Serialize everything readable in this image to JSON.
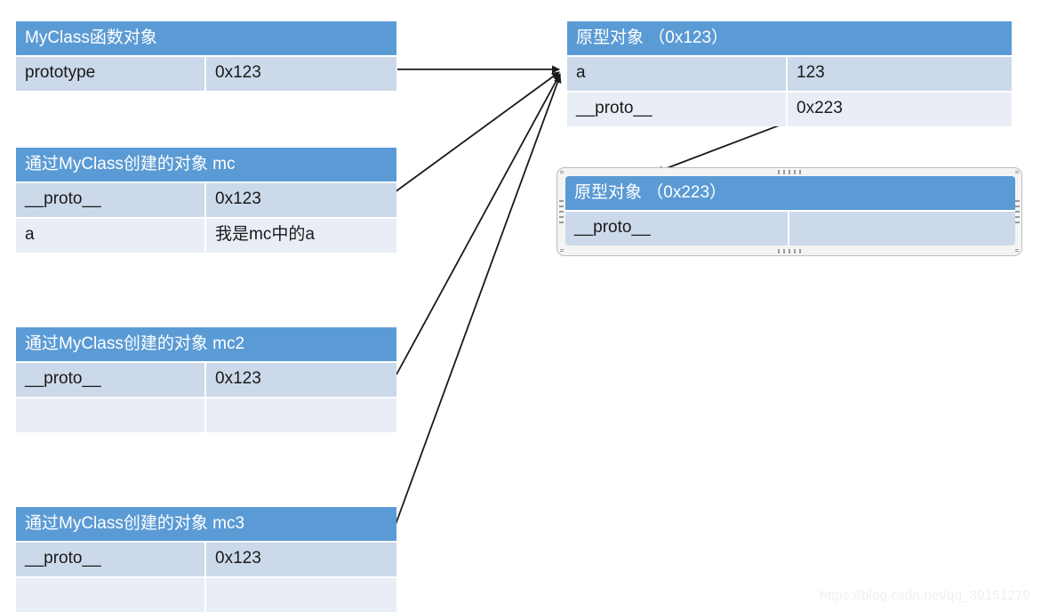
{
  "diagram": {
    "title_hidden": "JavaScript prototype chain diagram",
    "colors": {
      "header_blue": "#5b9bd5",
      "row_odd": "#ccd9ea",
      "row_even": "#e9edf5",
      "arrow": "#1a1a1a",
      "watermark": "#efefef",
      "selection_border": "#bdbdbd"
    }
  },
  "tables": {
    "myclass_function": {
      "header": "MyClass函数对象",
      "rows": [
        {
          "key": "prototype",
          "value": "0x123"
        }
      ]
    },
    "mc": {
      "header": "通过MyClass创建的对象 mc",
      "rows": [
        {
          "key": "__proto__",
          "value": "0x123"
        },
        {
          "key": "a",
          "value": "我是mc中的a"
        }
      ]
    },
    "mc2": {
      "header": "通过MyClass创建的对象 mc2",
      "rows": [
        {
          "key": "__proto__",
          "value": "0x123"
        },
        {
          "key": "",
          "value": ""
        }
      ]
    },
    "mc3": {
      "header": "通过MyClass创建的对象 mc3",
      "rows": [
        {
          "key": "__proto__",
          "value": "0x123"
        },
        {
          "key": "",
          "value": ""
        }
      ]
    },
    "proto_123": {
      "header": "原型对象 （0x123）",
      "rows": [
        {
          "key": "a",
          "value": "123"
        },
        {
          "key": "__proto__",
          "value": "0x223"
        }
      ]
    },
    "proto_223": {
      "header": "原型对象 （0x223）",
      "selected": true,
      "rows": [
        {
          "key": "__proto__",
          "value": ""
        }
      ]
    }
  },
  "watermark": {
    "text": "https://blog.csdn.net/qq_39151279"
  }
}
